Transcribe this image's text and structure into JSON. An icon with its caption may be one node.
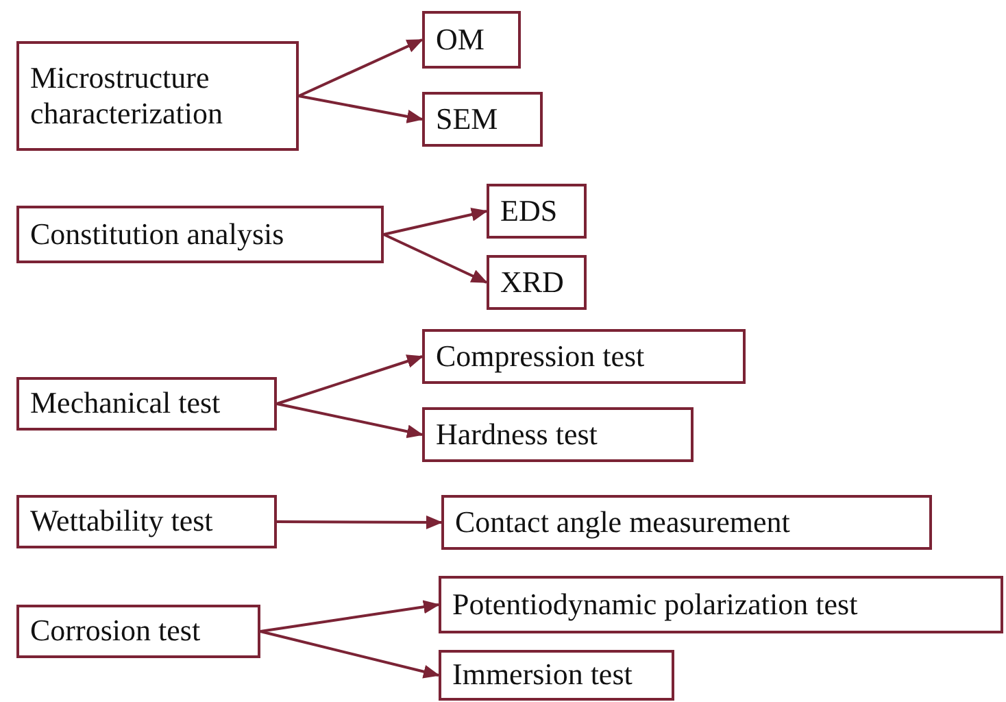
{
  "diagram": {
    "nodes": [
      {
        "text": [
          "Microstructure characterization"
        ]
      },
      {
        "text": [
          "OM"
        ]
      },
      {
        "text": [
          "SEM"
        ]
      },
      {
        "text": [
          "Constitution analysis"
        ]
      },
      {
        "text": [
          "EDS"
        ]
      },
      {
        "text": [
          "XRD"
        ]
      },
      {
        "text": [
          "Mechanical test"
        ]
      },
      {
        "text": [
          "Compression test"
        ]
      },
      {
        "text": [
          "Hardness test"
        ]
      },
      {
        "text": [
          "Wettability test"
        ]
      },
      {
        "text": [
          "Contact angle measurement"
        ]
      },
      {
        "text": [
          "Corrosion test"
        ]
      },
      {
        "text": [
          "Potentiodynamic polarization test"
        ]
      },
      {
        "text": [
          "Immersion test"
        ]
      }
    ],
    "edges": [
      {
        "from": 0,
        "to": 1,
        "arrow": "to"
      },
      {
        "from": 0,
        "to": 2,
        "arrow": "to"
      },
      {
        "from": 3,
        "to": 4,
        "arrow": "to"
      },
      {
        "from": 3,
        "to": 5,
        "arrow": "to"
      },
      {
        "from": 6,
        "to": 7,
        "arrow": "to"
      },
      {
        "from": 6,
        "to": 8,
        "arrow": "to"
      },
      {
        "from": 9,
        "to": 10,
        "arrow": "to"
      },
      {
        "from": 11,
        "to": 12,
        "arrow": "to"
      },
      {
        "from": 11,
        "to": 13,
        "arrow": "to"
      }
    ]
  }
}
